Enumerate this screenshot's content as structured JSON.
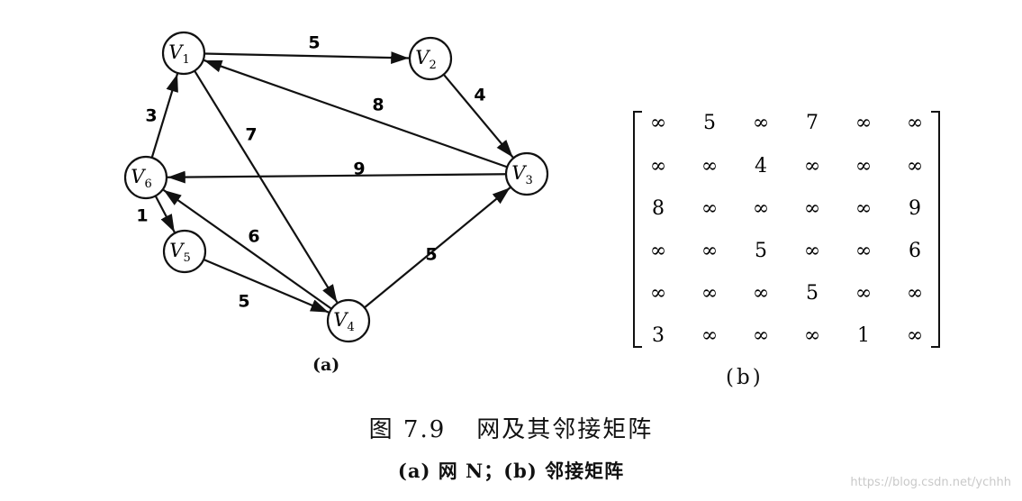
{
  "graph": {
    "nodes": [
      {
        "id": "V1",
        "label": "V",
        "sub": "1"
      },
      {
        "id": "V2",
        "label": "V",
        "sub": "2"
      },
      {
        "id": "V3",
        "label": "V",
        "sub": "3"
      },
      {
        "id": "V4",
        "label": "V",
        "sub": "4"
      },
      {
        "id": "V5",
        "label": "V",
        "sub": "5"
      },
      {
        "id": "V6",
        "label": "V",
        "sub": "6"
      }
    ],
    "edges": [
      {
        "from": "V1",
        "to": "V2",
        "weight": "5"
      },
      {
        "from": "V2",
        "to": "V3",
        "weight": "4"
      },
      {
        "from": "V3",
        "to": "V1",
        "weight": "8"
      },
      {
        "from": "V1",
        "to": "V4",
        "weight": "7"
      },
      {
        "from": "V3",
        "to": "V6",
        "weight": "9"
      },
      {
        "from": "V6",
        "to": "V1",
        "weight": "3"
      },
      {
        "from": "V6",
        "to": "V5",
        "weight": "1"
      },
      {
        "from": "V4",
        "to": "V6",
        "weight": "6"
      },
      {
        "from": "V5",
        "to": "V4",
        "weight": "5"
      },
      {
        "from": "V4",
        "to": "V3",
        "weight": "5"
      }
    ]
  },
  "matrix": [
    [
      "∞",
      "5",
      "∞",
      "7",
      "∞",
      "∞"
    ],
    [
      "∞",
      "∞",
      "4",
      "∞",
      "∞",
      "∞"
    ],
    [
      "8",
      "∞",
      "∞",
      "∞",
      "∞",
      "9"
    ],
    [
      "∞",
      "∞",
      "5",
      "∞",
      "∞",
      "6"
    ],
    [
      "∞",
      "∞",
      "∞",
      "5",
      "∞",
      "∞"
    ],
    [
      "3",
      "∞",
      "∞",
      "∞",
      "1",
      "∞"
    ]
  ],
  "captions": {
    "a": "(a)",
    "b": "(b)",
    "figure_number": "图 7.9",
    "figure_title": "网及其邻接矩阵",
    "subcaption": "(a) 网 N；(b) 邻接矩阵"
  },
  "watermark": "https://blog.csdn.net/ychhh"
}
